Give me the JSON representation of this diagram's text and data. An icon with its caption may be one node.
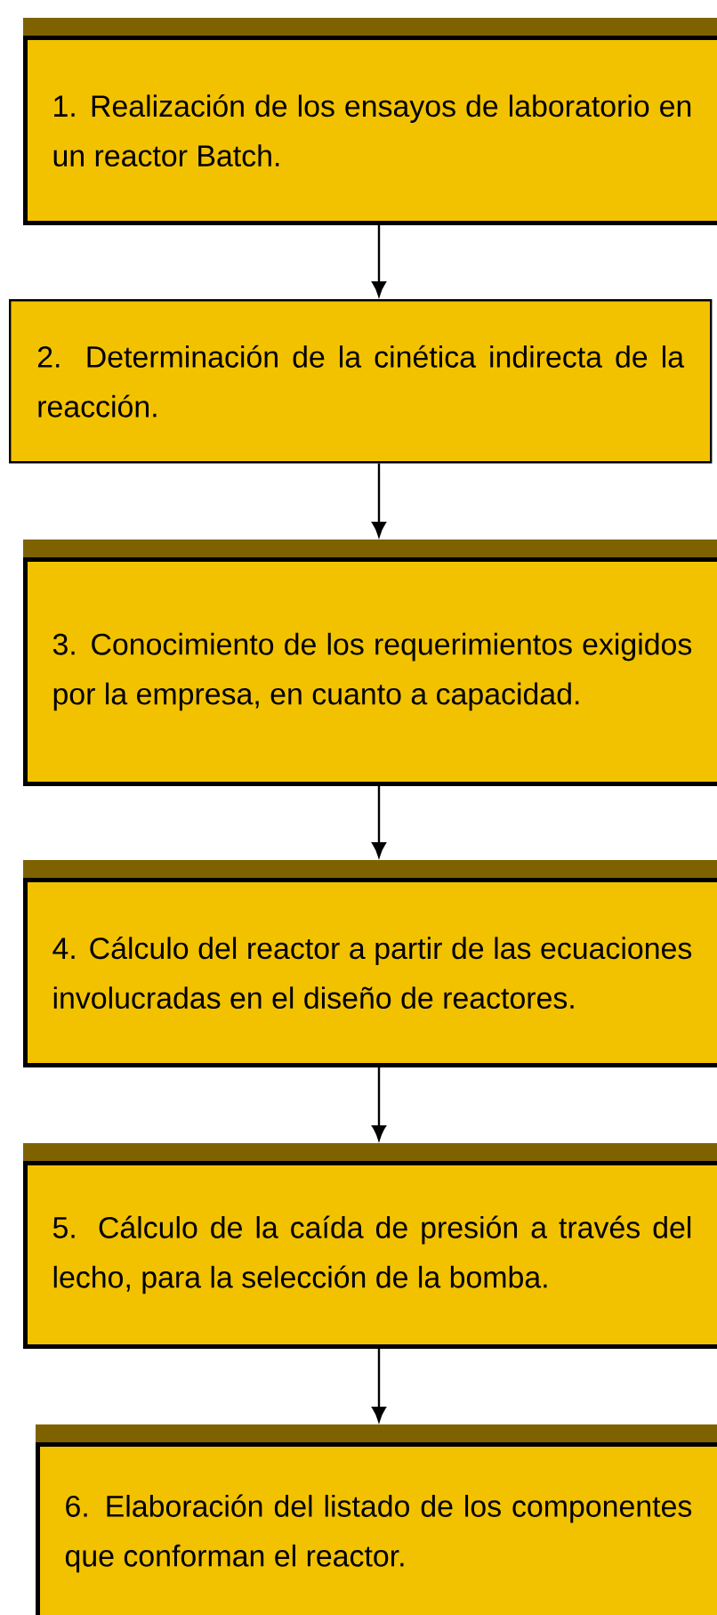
{
  "diagram": {
    "nodes": [
      {
        "text": [
          "1. Realización de  los ensayos de laboratorio en un reactor Batch."
        ]
      },
      {
        "text": [
          "2. Determinación de la cinética indirecta de la reacción."
        ]
      },
      {
        "text": [
          "3. Conocimiento de los requerimientos exigidos por la empresa, en cuanto a capacidad."
        ]
      },
      {
        "text": [
          "4. Cálculo del reactor a partir de las ecuaciones involucradas en el diseño de reactores."
        ]
      },
      {
        "text": [
          "5. Cálculo de la caída de presión a través del lecho, para la selección de la bomba."
        ]
      },
      {
        "text": [
          "6. Elaboración del listado de los componentes que conforman el reactor."
        ]
      }
    ],
    "edges": [
      {
        "from": 0,
        "to": 1,
        "arrow": "to"
      },
      {
        "from": 1,
        "to": 2,
        "arrow": "to"
      },
      {
        "from": 2,
        "to": 3,
        "arrow": "to"
      },
      {
        "from": 3,
        "to": 4,
        "arrow": "to"
      },
      {
        "from": 4,
        "to": 5,
        "arrow": "to"
      }
    ]
  }
}
